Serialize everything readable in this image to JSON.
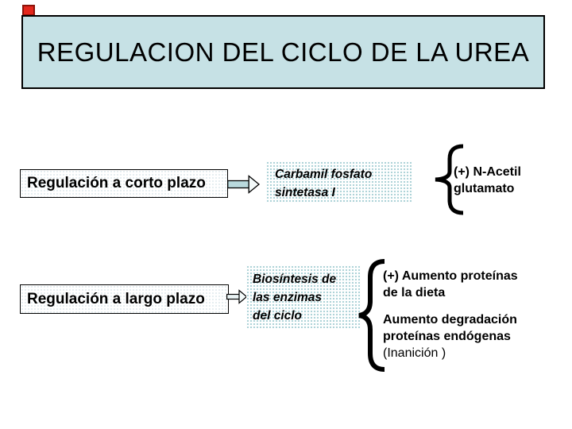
{
  "slide_title": "REGULACION DEL CICLO DE LA UREA",
  "rows": {
    "short_term": {
      "trigger": "Regulación a corto plazo",
      "mediator_line1": "Carbamil fosfato",
      "mediator_line2": "sintetasa I",
      "effect_line1": "(+) N-Acetil",
      "effect_line2": "glutamato"
    },
    "long_term": {
      "trigger": "Regulación a largo plazo",
      "mediator_line1": "Biosíntesis de",
      "mediator_line2": "las enzimas",
      "mediator_line3": "del ciclo",
      "effect1_line1": "(+) Aumento proteínas",
      "effect1_line2": "de la dieta",
      "effect2_line1": "Aumento degradación",
      "effect2_line2": "proteínas endógenas",
      "effect2_line3": "(Inanición )"
    }
  },
  "icons": {
    "marker": "red-square",
    "arrow": "block-arrow-right",
    "brace": "left-curly-brace"
  },
  "colors": {
    "title_bg": "#c6e1e5",
    "texture_dot": "#aed3d8",
    "faint_dot": "#dde9ec",
    "arrow_fill": "#b9d9dd",
    "arrow_head_fill": "#f4fafa",
    "marker_fill": "#e3271c",
    "marker_border": "#8c1209",
    "border": "#000000",
    "text": "#000000"
  }
}
